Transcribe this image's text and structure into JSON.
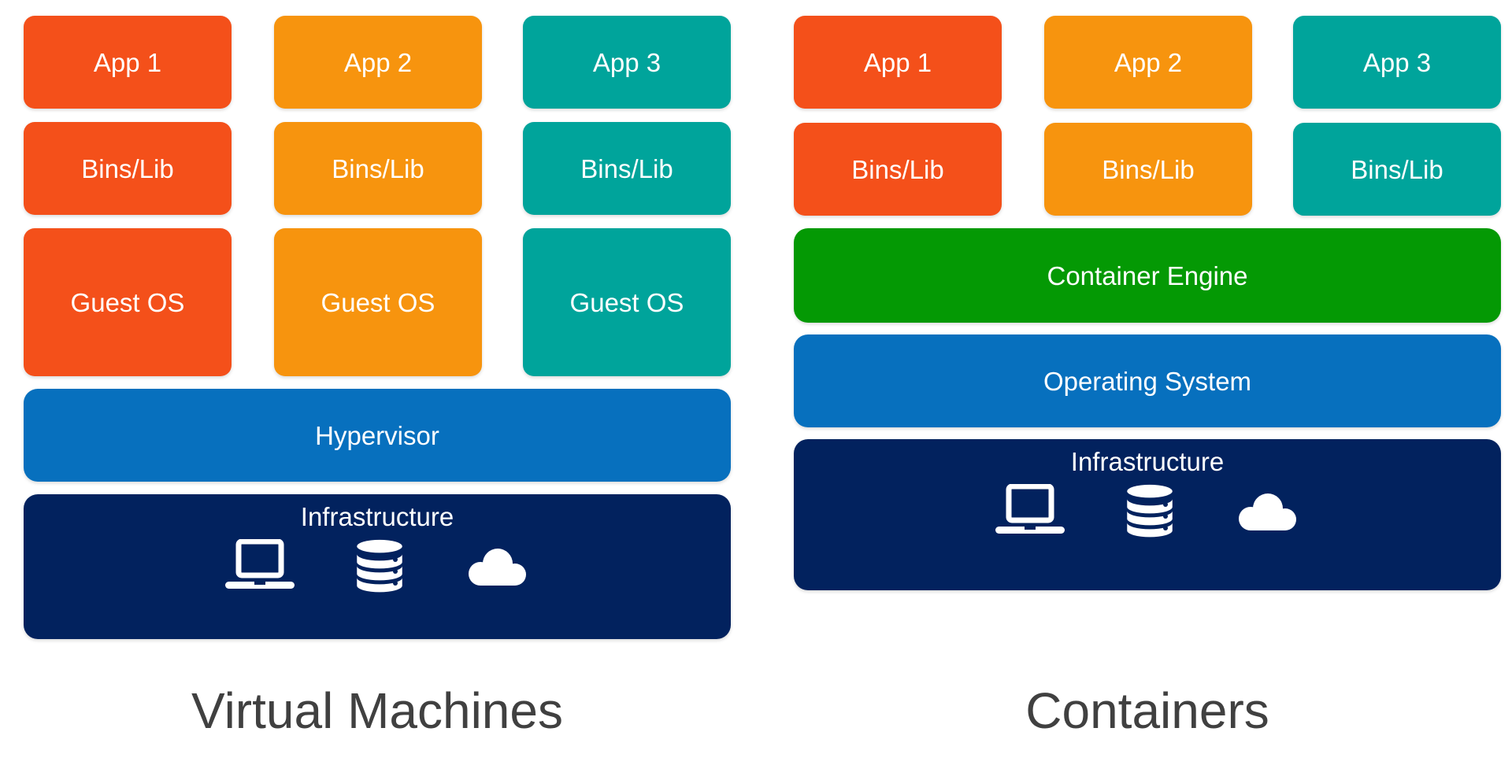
{
  "diagram": {
    "background": "#FFFFFF",
    "text_color": "#FFFFFF",
    "title_color": "#404040",
    "left": {
      "title": "Virtual Machines",
      "columns": [
        {
          "name": "vm-stack-1",
          "color": "#F4501A",
          "app": "App 1",
          "bins": "Bins/Lib",
          "guest_os": "Guest OS"
        },
        {
          "name": "vm-stack-2",
          "color": "#F7940E",
          "app": "App 2",
          "bins": "Bins/Lib",
          "guest_os": "Guest OS"
        },
        {
          "name": "vm-stack-3",
          "color": "#00A49B",
          "app": "App 3",
          "bins": "Bins/Lib",
          "guest_os": "Guest OS"
        }
      ],
      "hypervisor": {
        "label": "Hypervisor",
        "color": "#0770BE"
      },
      "infrastructure": {
        "label": "Infrastructure",
        "color": "#02225E",
        "icons": [
          "laptop-icon",
          "database-icon",
          "cloud-icon"
        ]
      }
    },
    "right": {
      "title": "Containers",
      "columns": [
        {
          "name": "container-stack-1",
          "color": "#F4501A",
          "app": "App 1",
          "bins": "Bins/Lib"
        },
        {
          "name": "container-stack-2",
          "color": "#F7940E",
          "app": "App 2",
          "bins": "Bins/Lib"
        },
        {
          "name": "container-stack-3",
          "color": "#00A49B",
          "app": "App 3",
          "bins": "Bins/Lib"
        }
      ],
      "container_engine": {
        "label": "Container Engine",
        "color": "#049904"
      },
      "operating_system": {
        "label": "Operating System",
        "color": "#0770BE"
      },
      "infrastructure": {
        "label": "Infrastructure",
        "color": "#02225E",
        "icons": [
          "laptop-icon",
          "database-icon",
          "cloud-icon"
        ]
      }
    }
  }
}
